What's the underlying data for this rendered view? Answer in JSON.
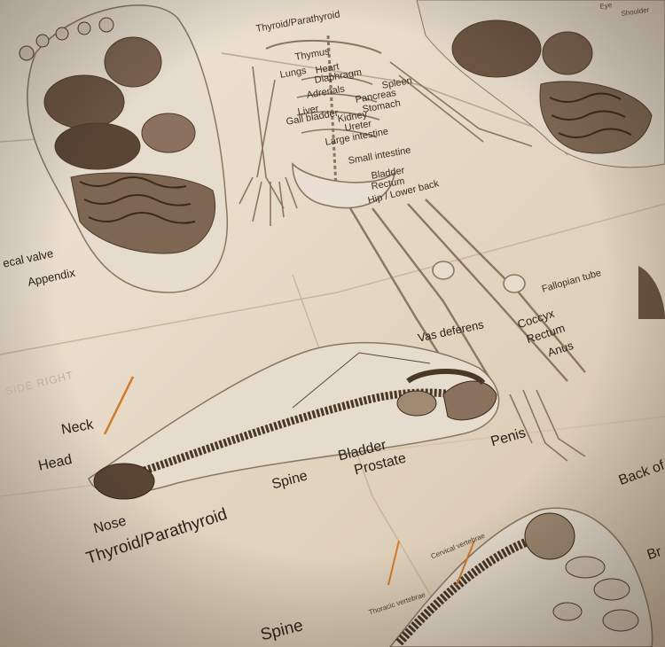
{
  "photo": {
    "foot_top_left": {
      "labels": [
        "ecal valve",
        "Appendix"
      ]
    },
    "body_chart": {
      "labels": [
        "Thyroid/Parathyroid",
        "Thymus",
        "Lungs",
        "Heart",
        "Diaphragm",
        "Adrenals",
        "Spleen",
        "Liver",
        "Pancreas",
        "Gall bladder",
        "Stomach",
        "Kidney",
        "Ureter",
        "Large intestine",
        "Small intestine",
        "Bladder",
        "Rectum",
        "Hip / Lower back",
        "Vas deferens",
        "Coccyx",
        "Rectum",
        "Anus",
        "Fallopian tube"
      ]
    },
    "top_right": {
      "labels": [
        "Eye",
        "Shoulder"
      ]
    },
    "side_right_foot": {
      "heading": "SIDE RIGHT",
      "labels": [
        "Neck",
        "Head",
        "Nose",
        "Thyroid/Parathyroid",
        "Spine",
        "Bladder",
        "Prostate",
        "Penis"
      ]
    },
    "bottom_foot": {
      "labels": [
        "Cervical vertebrae",
        "Thoracic vertebrae",
        "Spine",
        "Back of",
        "Br"
      ]
    }
  }
}
